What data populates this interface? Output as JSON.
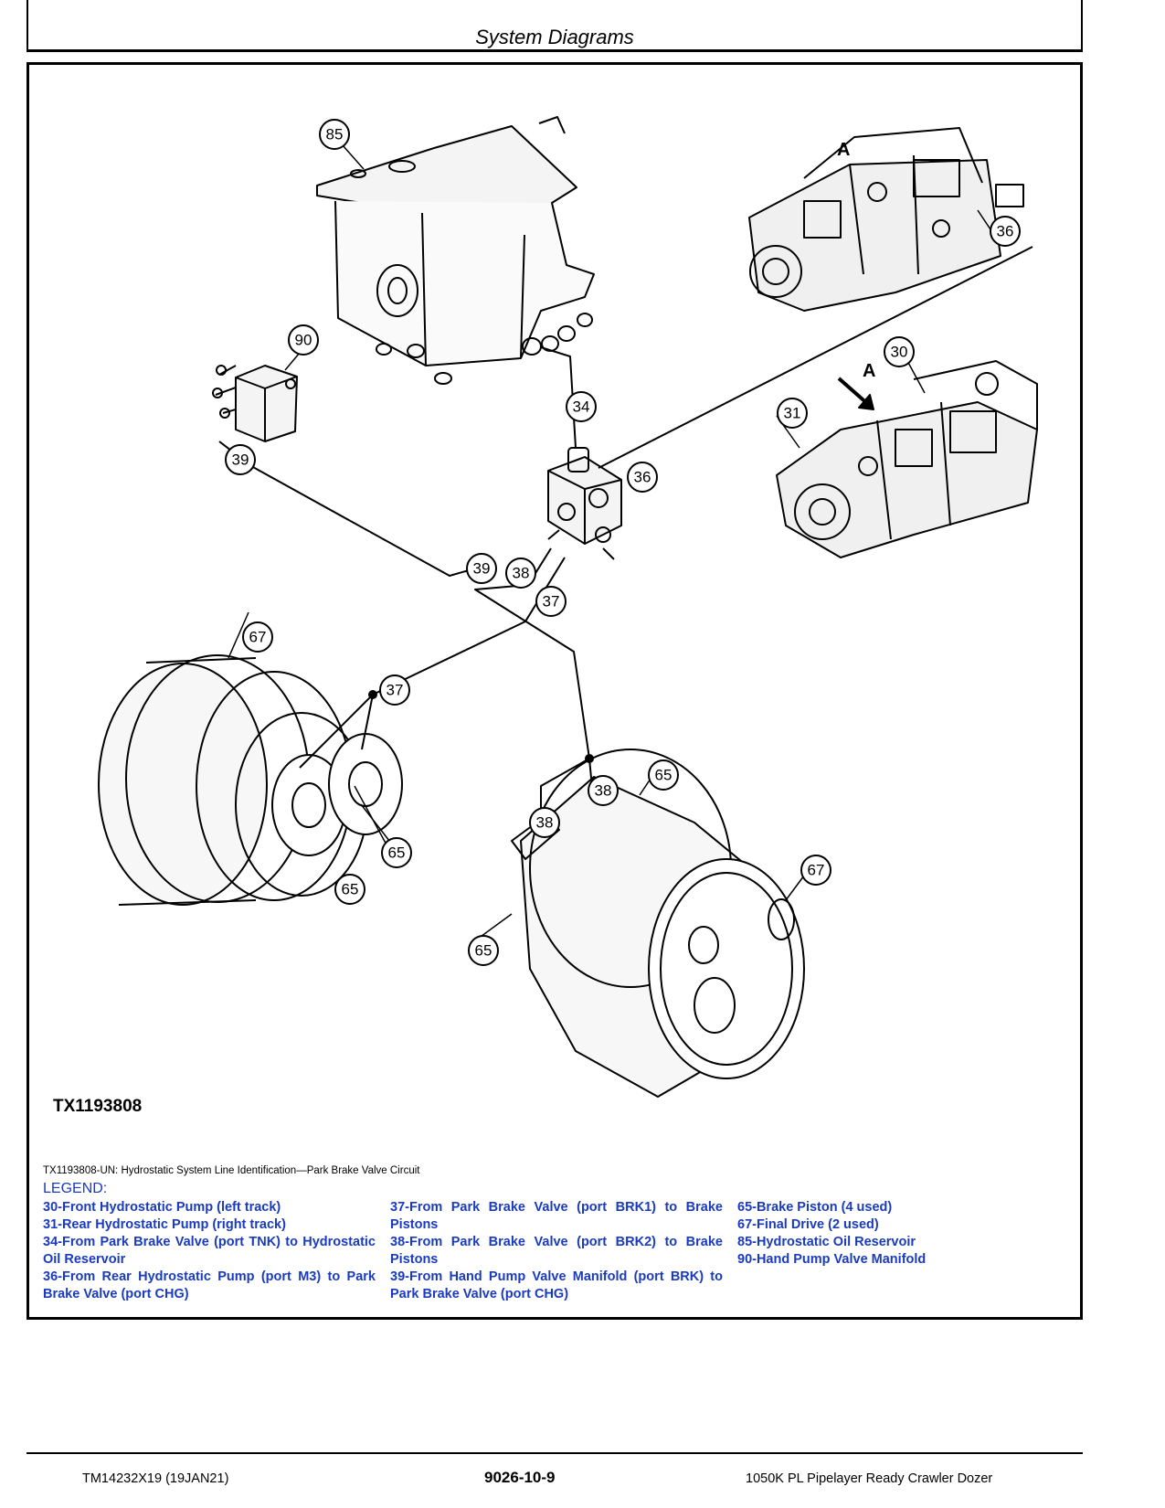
{
  "header": {
    "title": "System Diagrams"
  },
  "figure": {
    "id": "TX1193808",
    "caption": "TX1193808-UN: Hydrostatic System Line Identification—Park Brake Valve Circuit",
    "view_label": "A"
  },
  "callouts": [
    "85",
    "36",
    "90",
    "30",
    "34",
    "31",
    "39",
    "36",
    "39",
    "38",
    "37",
    "67",
    "37",
    "65",
    "38",
    "65",
    "38",
    "65",
    "67",
    "65"
  ],
  "legend": {
    "title": "LEGEND:",
    "col1": [
      "30-Front Hydrostatic Pump (left track)",
      "31-Rear Hydrostatic Pump (right track)",
      "34-From Park Brake Valve (port TNK) to Hydrostatic Oil Reservoir",
      "36-From Rear Hydrostatic Pump (port M3) to Park Brake Valve (port CHG)"
    ],
    "col2": [
      "37-From Park Brake Valve (port BRK1) to Brake Pistons",
      "38-From Park Brake Valve (port BRK2) to Brake Pistons",
      "39-From Hand Pump Valve Manifold (port BRK) to Park Brake Valve (port CHG)"
    ],
    "col3": [
      "65-Brake Piston (4 used)",
      "67-Final Drive (2 used)",
      "85-Hydrostatic Oil Reservoir",
      "90-Hand Pump Valve Manifold"
    ]
  },
  "footer": {
    "left": "TM14232X19 (19JAN21)",
    "center": "9026-10-9",
    "right": "1050K PL Pipelayer Ready Crawler Dozer"
  }
}
